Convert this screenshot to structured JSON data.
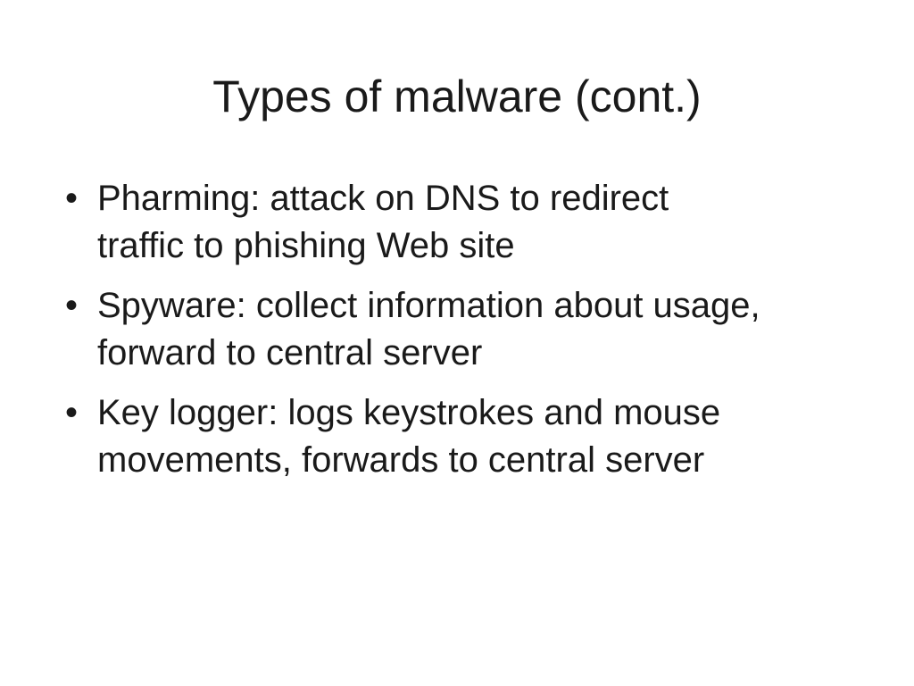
{
  "slide": {
    "title": "Types of malware (cont.)",
    "bullets": [
      {
        "marker": "•",
        "text_line1": "Pharming: attack on DNS to redirect",
        "text_line2": "traffic to phishing Web site"
      },
      {
        "marker": "•",
        "text_line1": "Spyware: collect information about usage,",
        "text_line2": "forward to central server"
      },
      {
        "marker": "•",
        "text_line1": "Key logger: logs keystrokes and mouse",
        "text_line2": "movements, forwards to central server"
      }
    ]
  }
}
